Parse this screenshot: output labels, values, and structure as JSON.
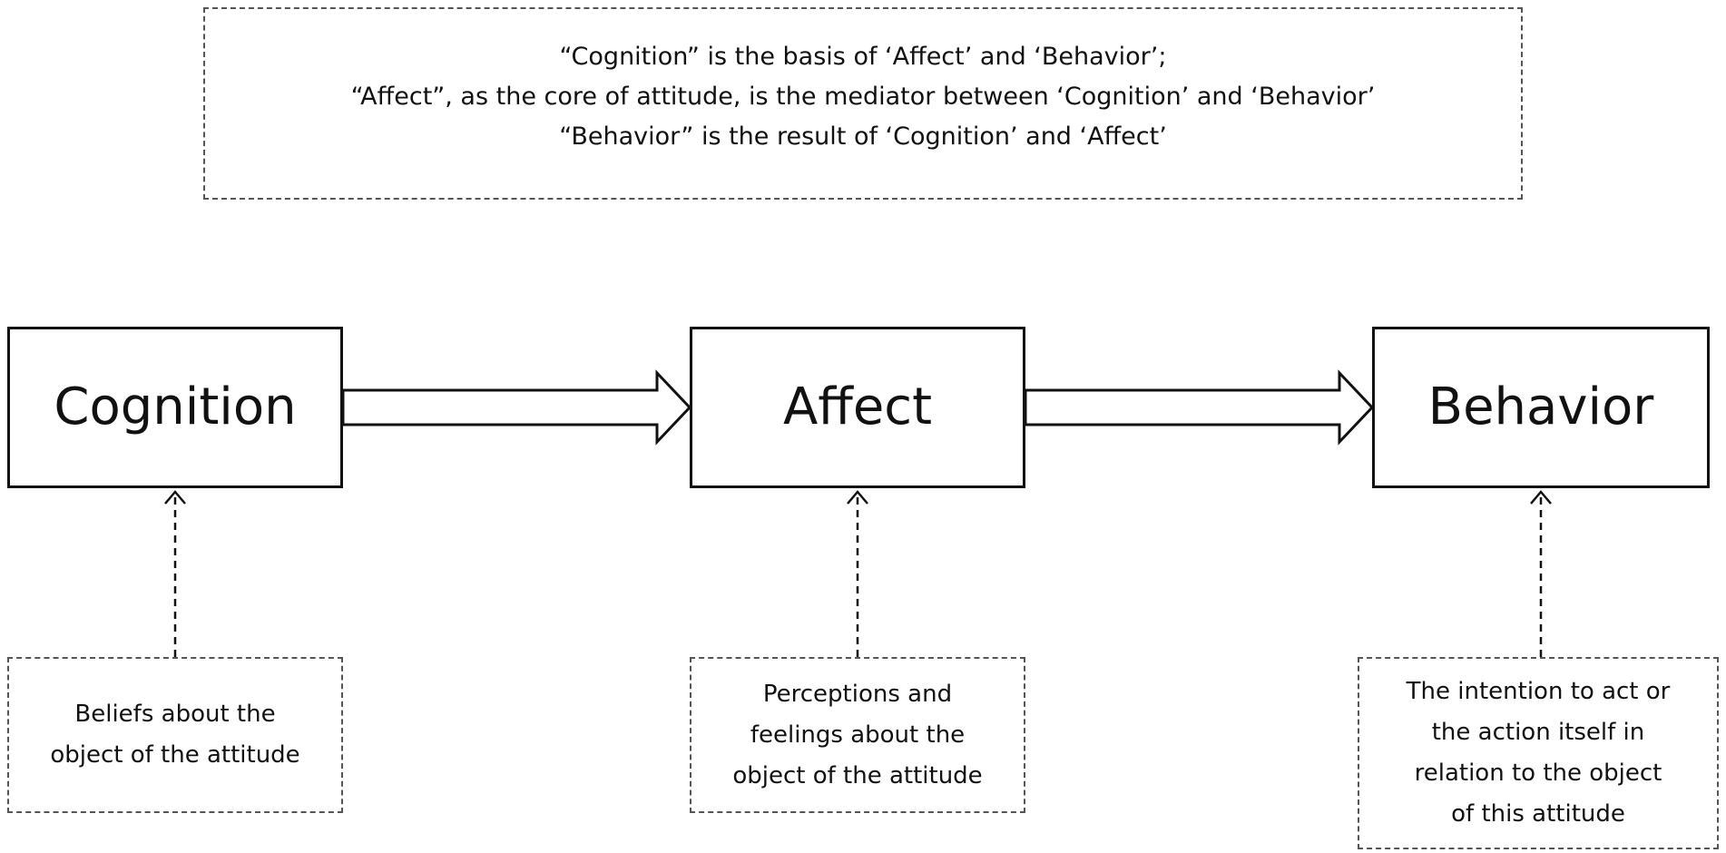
{
  "summary": {
    "lines": [
      "“Cognition” is the basis of ‘Affect’ and ‘Behavior’;",
      "“Affect”, as the core of attitude, is the mediator between ‘Cognition’ and ‘Behavior’",
      "“Behavior” is the result of ‘Cognition’ and ‘Affect’"
    ]
  },
  "components": [
    {
      "label": "Cognition",
      "description": "Beliefs about the\nobject of the attitude"
    },
    {
      "label": "Affect",
      "description": "Perceptions and\nfeelings about the\nobject of the attitude"
    },
    {
      "label": "Behavior",
      "description": "The intention to act or\nthe action itself in\nrelation to the object\nof this attitude"
    }
  ]
}
